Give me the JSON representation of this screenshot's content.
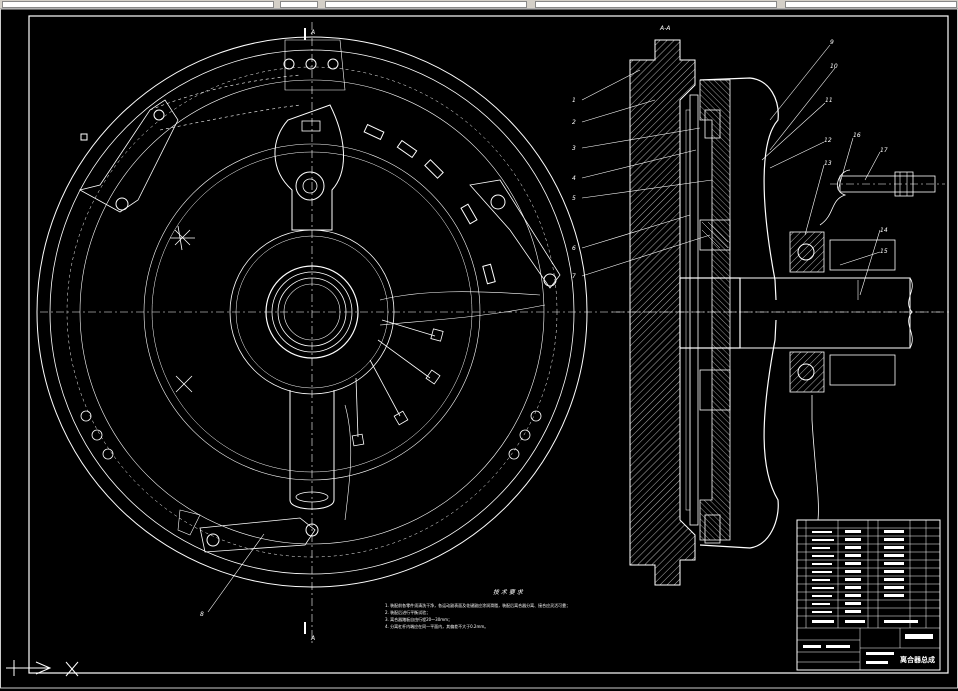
{
  "drawing": {
    "section_label": "A-A",
    "cut_marker": "A",
    "part_numbers": [
      "1",
      "2",
      "3",
      "4",
      "5",
      "6",
      "7",
      "8",
      "9",
      "10",
      "11",
      "12",
      "13",
      "14",
      "15",
      "16",
      "17"
    ],
    "tech_requirements_title": "技 术 要 求",
    "tech_requirements": [
      "1. 装配前各零件须清洗干净，各运动副表面及花键副应涂润滑脂，装配后离合器分离、接合应灵活可靠；",
      "2. 装配后进行平衡试验；",
      "3. 离合器踏板自由行程20～30mm；",
      "4. 分离杠杆内端应在同一平面内，其偏差不大于0.2mm。"
    ],
    "title_block": {
      "drawing_title": "离合器总成"
    },
    "colors": {
      "line": "#ffffff",
      "background": "#000000",
      "toolbar": "#d4d0c8"
    }
  }
}
